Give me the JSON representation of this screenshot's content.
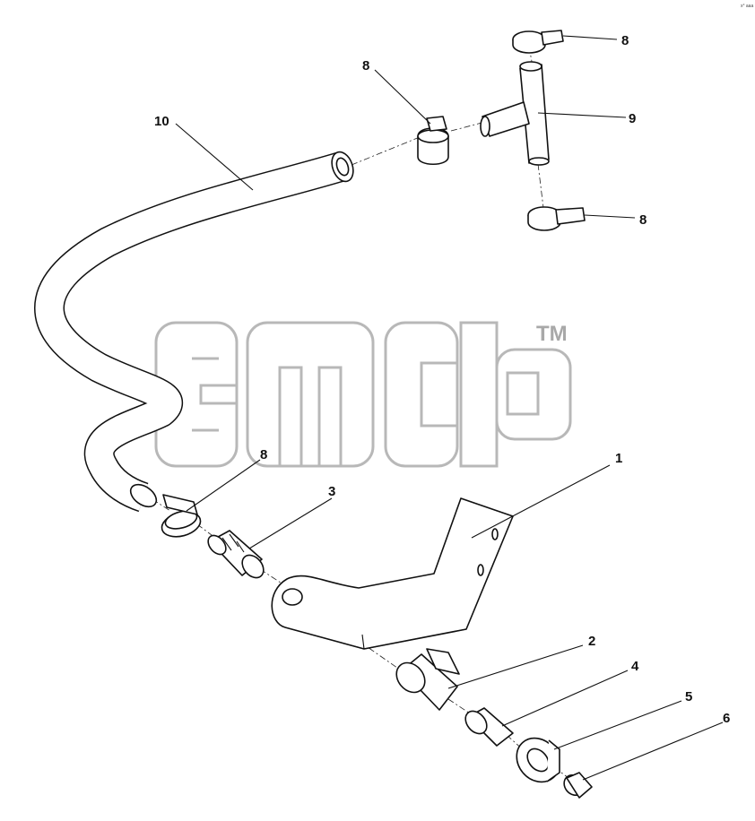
{
  "watermark": {
    "trademark": "TM"
  },
  "corner_note": "x° aaa",
  "callouts": [
    {
      "id": "c-8-top-right",
      "label": "8"
    },
    {
      "id": "c-8-top",
      "label": "8"
    },
    {
      "id": "c-9",
      "label": "9"
    },
    {
      "id": "c-10",
      "label": "10"
    },
    {
      "id": "c-8-mid-right",
      "label": "8"
    },
    {
      "id": "c-8-bottom",
      "label": "8"
    },
    {
      "id": "c-3",
      "label": "3"
    },
    {
      "id": "c-1",
      "label": "1"
    },
    {
      "id": "c-2",
      "label": "2"
    },
    {
      "id": "c-4",
      "label": "4"
    },
    {
      "id": "c-5",
      "label": "5"
    },
    {
      "id": "c-6",
      "label": "6"
    }
  ]
}
